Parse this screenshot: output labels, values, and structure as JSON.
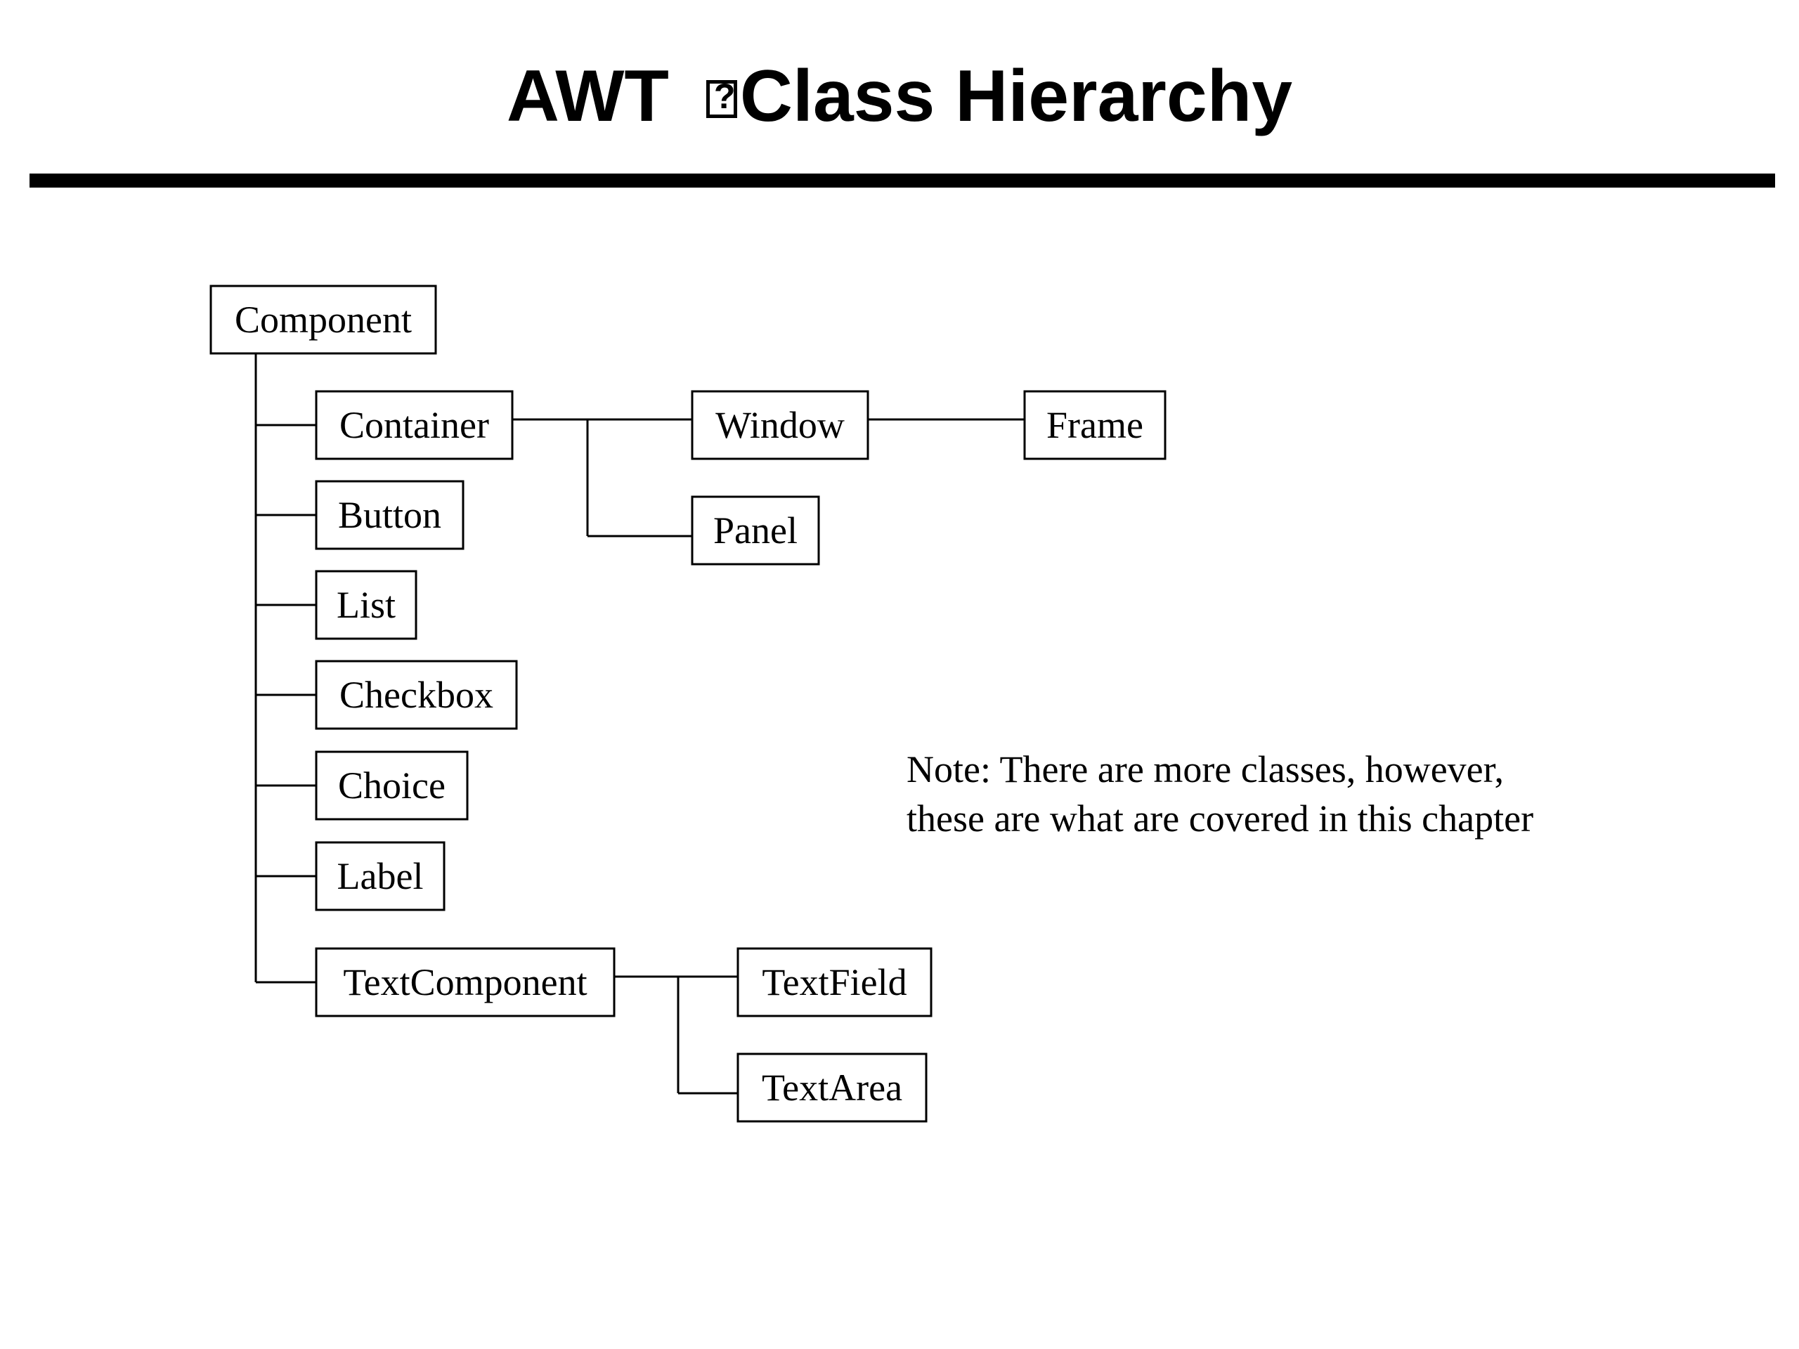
{
  "slide": {
    "title_before": "AWT ",
    "title_glyph_icon": "missing-glyph-box",
    "title_after": "Class Hierarchy"
  },
  "diagram": {
    "nodes": [
      {
        "id": "component",
        "label": "Component"
      },
      {
        "id": "container",
        "label": "Container"
      },
      {
        "id": "button",
        "label": "Button"
      },
      {
        "id": "list",
        "label": "List"
      },
      {
        "id": "checkbox",
        "label": "Checkbox"
      },
      {
        "id": "choice",
        "label": "Choice"
      },
      {
        "id": "label",
        "label": "Label"
      },
      {
        "id": "textcomponent",
        "label": "TextComponent"
      },
      {
        "id": "window",
        "label": "Window"
      },
      {
        "id": "frame",
        "label": "Frame"
      },
      {
        "id": "panel",
        "label": "Panel"
      },
      {
        "id": "textfield",
        "label": "TextField"
      },
      {
        "id": "textarea",
        "label": "TextArea"
      }
    ],
    "edges": [
      {
        "from": "component",
        "to": "container"
      },
      {
        "from": "component",
        "to": "button"
      },
      {
        "from": "component",
        "to": "list"
      },
      {
        "from": "component",
        "to": "checkbox"
      },
      {
        "from": "component",
        "to": "choice"
      },
      {
        "from": "component",
        "to": "label"
      },
      {
        "from": "component",
        "to": "textcomponent"
      },
      {
        "from": "container",
        "to": "window"
      },
      {
        "from": "container",
        "to": "panel"
      },
      {
        "from": "window",
        "to": "frame"
      },
      {
        "from": "textcomponent",
        "to": "textfield"
      },
      {
        "from": "textcomponent",
        "to": "textarea"
      }
    ]
  },
  "note": {
    "line1": "Note: There are more classes, however,",
    "line2": "these are what are covered in this chapter"
  }
}
